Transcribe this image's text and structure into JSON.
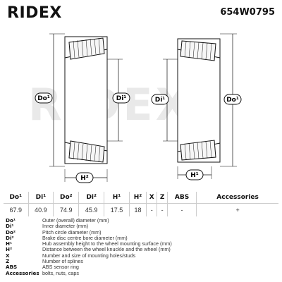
{
  "brand": "RIDEX",
  "part_number": "654W0795",
  "watermark": "RIDEX",
  "drawing_labels": {
    "left_do": "Do¹",
    "left_di": "Di¹",
    "left_h": "H²",
    "right_di": "Di¹",
    "right_do": "Do¹",
    "right_h": "H¹"
  },
  "table": {
    "headers": [
      "Do¹",
      "Di¹",
      "Do²",
      "Di²",
      "H¹",
      "H²",
      "X",
      "Z",
      "ABS",
      "Accessories"
    ],
    "values": [
      "67.9",
      "40.9",
      "74.9",
      "45.9",
      "17.5",
      "18",
      "-",
      "-",
      "-",
      "+"
    ]
  },
  "legend": [
    {
      "key": "Do¹",
      "desc": "Outer (overall) diameter (mm)"
    },
    {
      "key": "Di¹",
      "desc": "Inner diameter (mm)"
    },
    {
      "key": "Do²",
      "desc": "Pitch circle diameter (mm)"
    },
    {
      "key": "Di²",
      "desc": "Brake disc centre bore diameter (mm)"
    },
    {
      "key": "H¹",
      "desc": "Hub assembly height to the wheel mounting surface (mm)"
    },
    {
      "key": "H²",
      "desc": "Distance between the wheel knuckle and the wheel (mm)"
    },
    {
      "key": "X",
      "desc": "Number and size of mounting holes/studs"
    },
    {
      "key": "Z",
      "desc": "Number of splines"
    },
    {
      "key": "ABS",
      "desc": "ABS sensor ring"
    },
    {
      "key": "Accessories",
      "desc": "bolts, nuts, caps"
    }
  ]
}
